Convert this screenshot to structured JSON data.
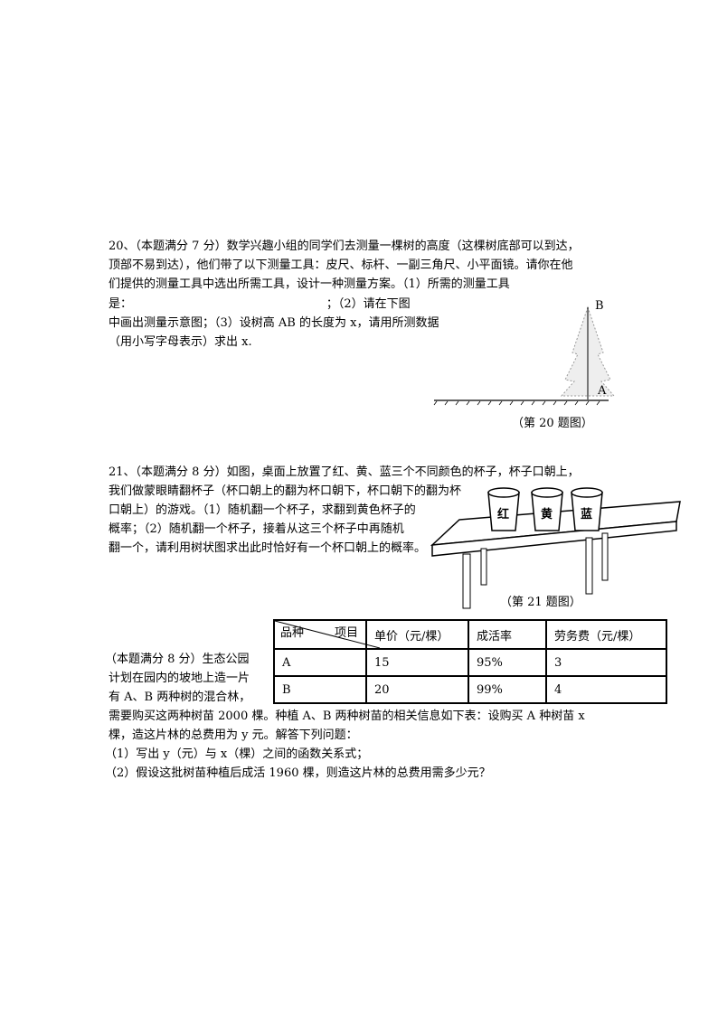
{
  "q20": {
    "lines": [
      "20、（本题满分 7 分）数学兴趣小组的同学们去测量一棵树的高度（这棵树底部可以到达，",
      "顶部不易到达），他们带了以下测量工具：皮尺、标杆、一副三角尺、小平面镜。请你在他",
      "们提供的测量工具中选出所需工具，设计一种测量方案。（1）所需的测量工具",
      "是：                                                    ；（2）请在下图",
      "中画出测量示意图；（3）设树高 AB 的长度为 x，请用所测数据",
      "（用小写字母表示）求出 x."
    ],
    "figure": {
      "label_b": "B",
      "label_a": "A",
      "caption": "（第 20 题图）"
    }
  },
  "q21": {
    "lines": [
      "21、（本题满分 8 分）如图，桌面上放置了红、黄、蓝三个不同颜色的杯子，杯子口朝上，",
      "我们做蒙眼睛翻杯子（杯口朝上的翻为杯口朝下，杯口朝下的翻为杯",
      "口朝上）的游戏。（1）随机翻一个杯子，求翻到黄色杯子的",
      "概率；（2）随机翻一个杯子，接着从这三个杯子中再随机",
      "翻一个，请利用树状图求出此时恰好有一个杯口朝上的概率。"
    ],
    "figure": {
      "cups": [
        "红",
        "黄",
        "蓝"
      ],
      "caption": "（第 21 题图）"
    }
  },
  "q22": {
    "side_lines": [
      "（本题满分 8 分）生态公园",
      "计划在园内的坡地上造一片",
      "有 A、B 两种树的混合林，"
    ],
    "lines": [
      "需要购买这两种树苗 2000 棵。种植 A、B 两种树苗的相关信息如下表：设购买 A 种树苗 x",
      "棵，造这片林的总费用为 y 元。解答下列问题：",
      "（1）写出 y（元）与 x（棵）之间的函数关系式；",
      "（2）假设这批树苗种植后成活 1960 棵，则造这片林的总费用需多少元？"
    ],
    "table": {
      "corner_left": "品种",
      "corner_right": "项目",
      "headers": [
        "单价（元/棵）",
        "成活率",
        "劳务费（元/棵）"
      ],
      "rows": [
        [
          "A",
          "15",
          "95%",
          "3"
        ],
        [
          "B",
          "20",
          "99%",
          "4"
        ]
      ]
    }
  }
}
